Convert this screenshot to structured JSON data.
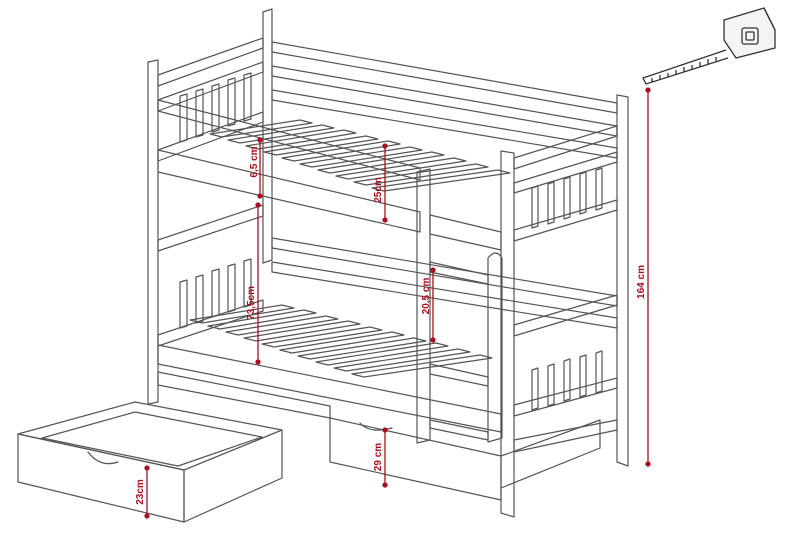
{
  "colors": {
    "line": "#555555",
    "dimension": "#a8101e",
    "background": "#ffffff"
  },
  "dimensions": [
    {
      "id": "guard-gap",
      "label": "6,5 cm"
    },
    {
      "id": "top-guard-height",
      "label": "25cm"
    },
    {
      "id": "ladder-step",
      "label": "20,5 cm"
    },
    {
      "id": "bunk-clearance",
      "label": "73,5cm"
    },
    {
      "id": "total-height",
      "label": "164 cm"
    },
    {
      "id": "drawer-clearance",
      "label": "29 cm"
    },
    {
      "id": "drawer-height",
      "label": "23cm"
    }
  ],
  "icons": {
    "tape_measure": "tape-measure-icon"
  }
}
